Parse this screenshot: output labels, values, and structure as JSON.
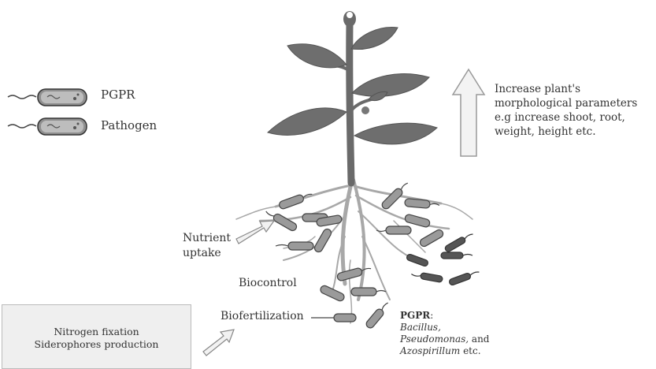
{
  "legend": {
    "pgpr_label": "PGPR",
    "pathogen_label": "Pathogen"
  },
  "right_text": {
    "line1": "Increase plant's",
    "line2": "morphological parameters",
    "line3": "e.g increase shoot, root,",
    "line4": "weight, height etc."
  },
  "labels": {
    "nutrient_line1": "Nutrient",
    "nutrient_line2": "uptake",
    "biocontrol": "Biocontrol",
    "biofertilization": "Biofertilization"
  },
  "box": {
    "line1": "Nitrogen fixation",
    "line2": "Siderophores production"
  },
  "pgpr_examples": {
    "heading": "PGPR",
    "line1": "Bacillus,",
    "line2_italic": "Pseudomonas,",
    "line2_rest": " and",
    "line3_italic": "Azospirillum",
    "line3_rest": " etc."
  },
  "colors": {
    "plant": "#707070",
    "leaf": "#6e6e6e",
    "root": "#a8a8a8",
    "pgpr_fill": "#8a8a8a",
    "pathogen_fill": "#666666",
    "arrow_fill": "#f2f2f2"
  }
}
